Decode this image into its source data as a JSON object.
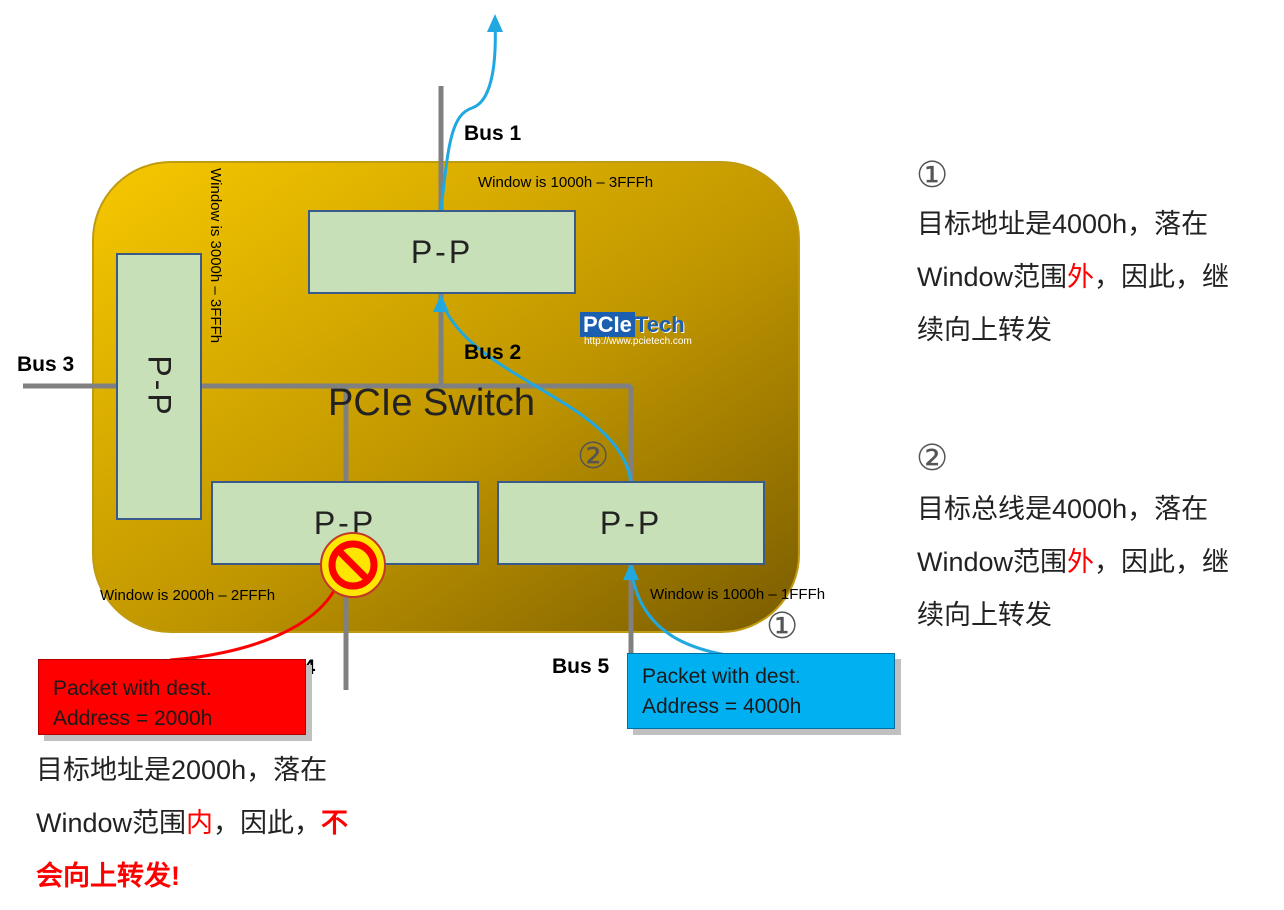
{
  "diagram": {
    "switch_title": "PCIe Switch",
    "bridges": {
      "top": "P-P",
      "left": "P-P",
      "bottom_left": "P-P",
      "bottom_right": "P-P"
    },
    "buses": {
      "bus1": "Bus 1",
      "bus2": "Bus 2",
      "bus3": "Bus 3",
      "bus4": "Bus 4",
      "bus5": "Bus 5"
    },
    "windows": {
      "top": "Window is 1000h – 3FFFh",
      "left": "Window is 3000h – 3FFFh",
      "bottom_left": "Window is 2000h – 2FFFh",
      "bottom_right": "Window is 1000h – 1FFFh"
    },
    "logo": {
      "brand_a": "PCIe",
      "brand_b": "Tech",
      "url": "http://www.pcietech.com"
    },
    "markers": {
      "step1": "①",
      "step2": "②"
    },
    "packets": {
      "red": {
        "line1": "Packet with dest.",
        "line2": "Address = 2000h"
      },
      "blue": {
        "line1": "Packet with dest.",
        "line2": "Address = 4000h"
      }
    },
    "colors": {
      "switch_fill_light": "#f7c800",
      "switch_fill_dark": "#8a6a00",
      "bridge_fill": "#c8e0b8",
      "bus_line": "#808080",
      "blue_arrow": "#22a8e0",
      "red_packet": "#ff0000",
      "blue_packet": "#00b0f0"
    }
  },
  "notes": {
    "n1": {
      "marker": "①",
      "line1": "目标地址是4000h，落在",
      "line2_a": "Window范围",
      "line2_red": "外",
      "line2_b": "，因此，继",
      "line3": "续向上转发"
    },
    "n2": {
      "marker": "②",
      "line1": "目标总线是4000h，落在",
      "line2_a": "Window范围",
      "line2_red": "外",
      "line2_b": "，因此，继",
      "line3": "续向上转发"
    },
    "n3": {
      "line1": "目标地址是2000h，落在",
      "line2_a": "Window范围",
      "line2_red": "内",
      "line2_b": "，因此，",
      "line2_bold_red": "不",
      "line3_bold_red": "会向上转发!"
    }
  }
}
